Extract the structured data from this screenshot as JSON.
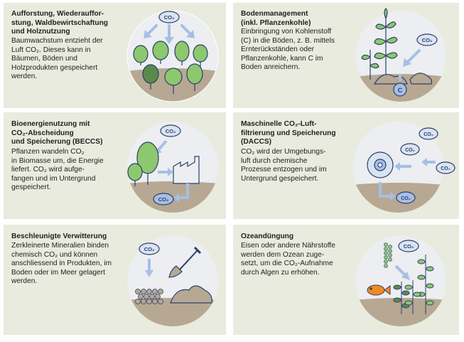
{
  "colors": {
    "panel_bg": "#e8ebde",
    "circle_top": "#eceef1",
    "soil": "#b7a893",
    "arrow_blue": "#a6bfe4",
    "cloud_blue": "#d9e4f3",
    "cloud_stroke": "#2d3f6b",
    "tree_green": "#8cc86e",
    "tree_dark": "#5a8a4a",
    "fish_orange": "#f08a22"
  },
  "panels": [
    {
      "title": "Aufforstung, Wiederauffor-\nstung, Waldbewirtschaftung\nund Holznutzung",
      "text": "Baumwachstum entzieht der\nLuft CO₂. Dieses kann in\nBäumen, Böden und\nHolzprodukten  gespeichert\nwerden.",
      "icon": "forest-illustration"
    },
    {
      "title": "Bodenmanagement\n(inkl. Pflanzenkohle)",
      "text": "Einbringung von Kohlenstoff\n(C) in die Böden, z. B. mittels\nErnterückständen oder\nPflanzenkohle, kann C im\nBoden anreichern.",
      "icon": "soil-carbon-illustration"
    },
    {
      "title": "Bioenergienutzung mit\nCO₂-Abscheidung\nund Speicherung (BECCS)",
      "text": "Pflanzen wandeln CO₂\nin Biomasse um, die Energie\nliefert. CO₂ wird aufge-\nfangen und im Untergrund\ngespeichert.",
      "icon": "beccs-illustration"
    },
    {
      "title": "Maschinelle CO₂-Luft-\nfiltrierung und Speicherung\n(DACCS)",
      "text": "CO₂ wird der Umgebungs-\nluft durch chemische\nProzesse entzogen und im\nUntergrund gespeichert.",
      "icon": "daccs-illustration"
    },
    {
      "title": "Beschleunigte Verwitterung",
      "text": "Zerkleinerte Mineralien binden\nchemisch CO₂ und können\nanschliessend in Produkten, im\nBoden oder im Meer gelagert\nwerden.",
      "icon": "weathering-illustration"
    },
    {
      "title": "Ozeandüngung",
      "text": "Eisen oder andere Nährstoffe\nwerden dem Ozean zuge-\nsetzt, um die CO₂-Aufnahme\ndurch Algen zu erhöhen.",
      "icon": "ocean-fertilization-illustration"
    }
  ],
  "labels": {
    "co2": "CO₂",
    "carbon": "C"
  }
}
